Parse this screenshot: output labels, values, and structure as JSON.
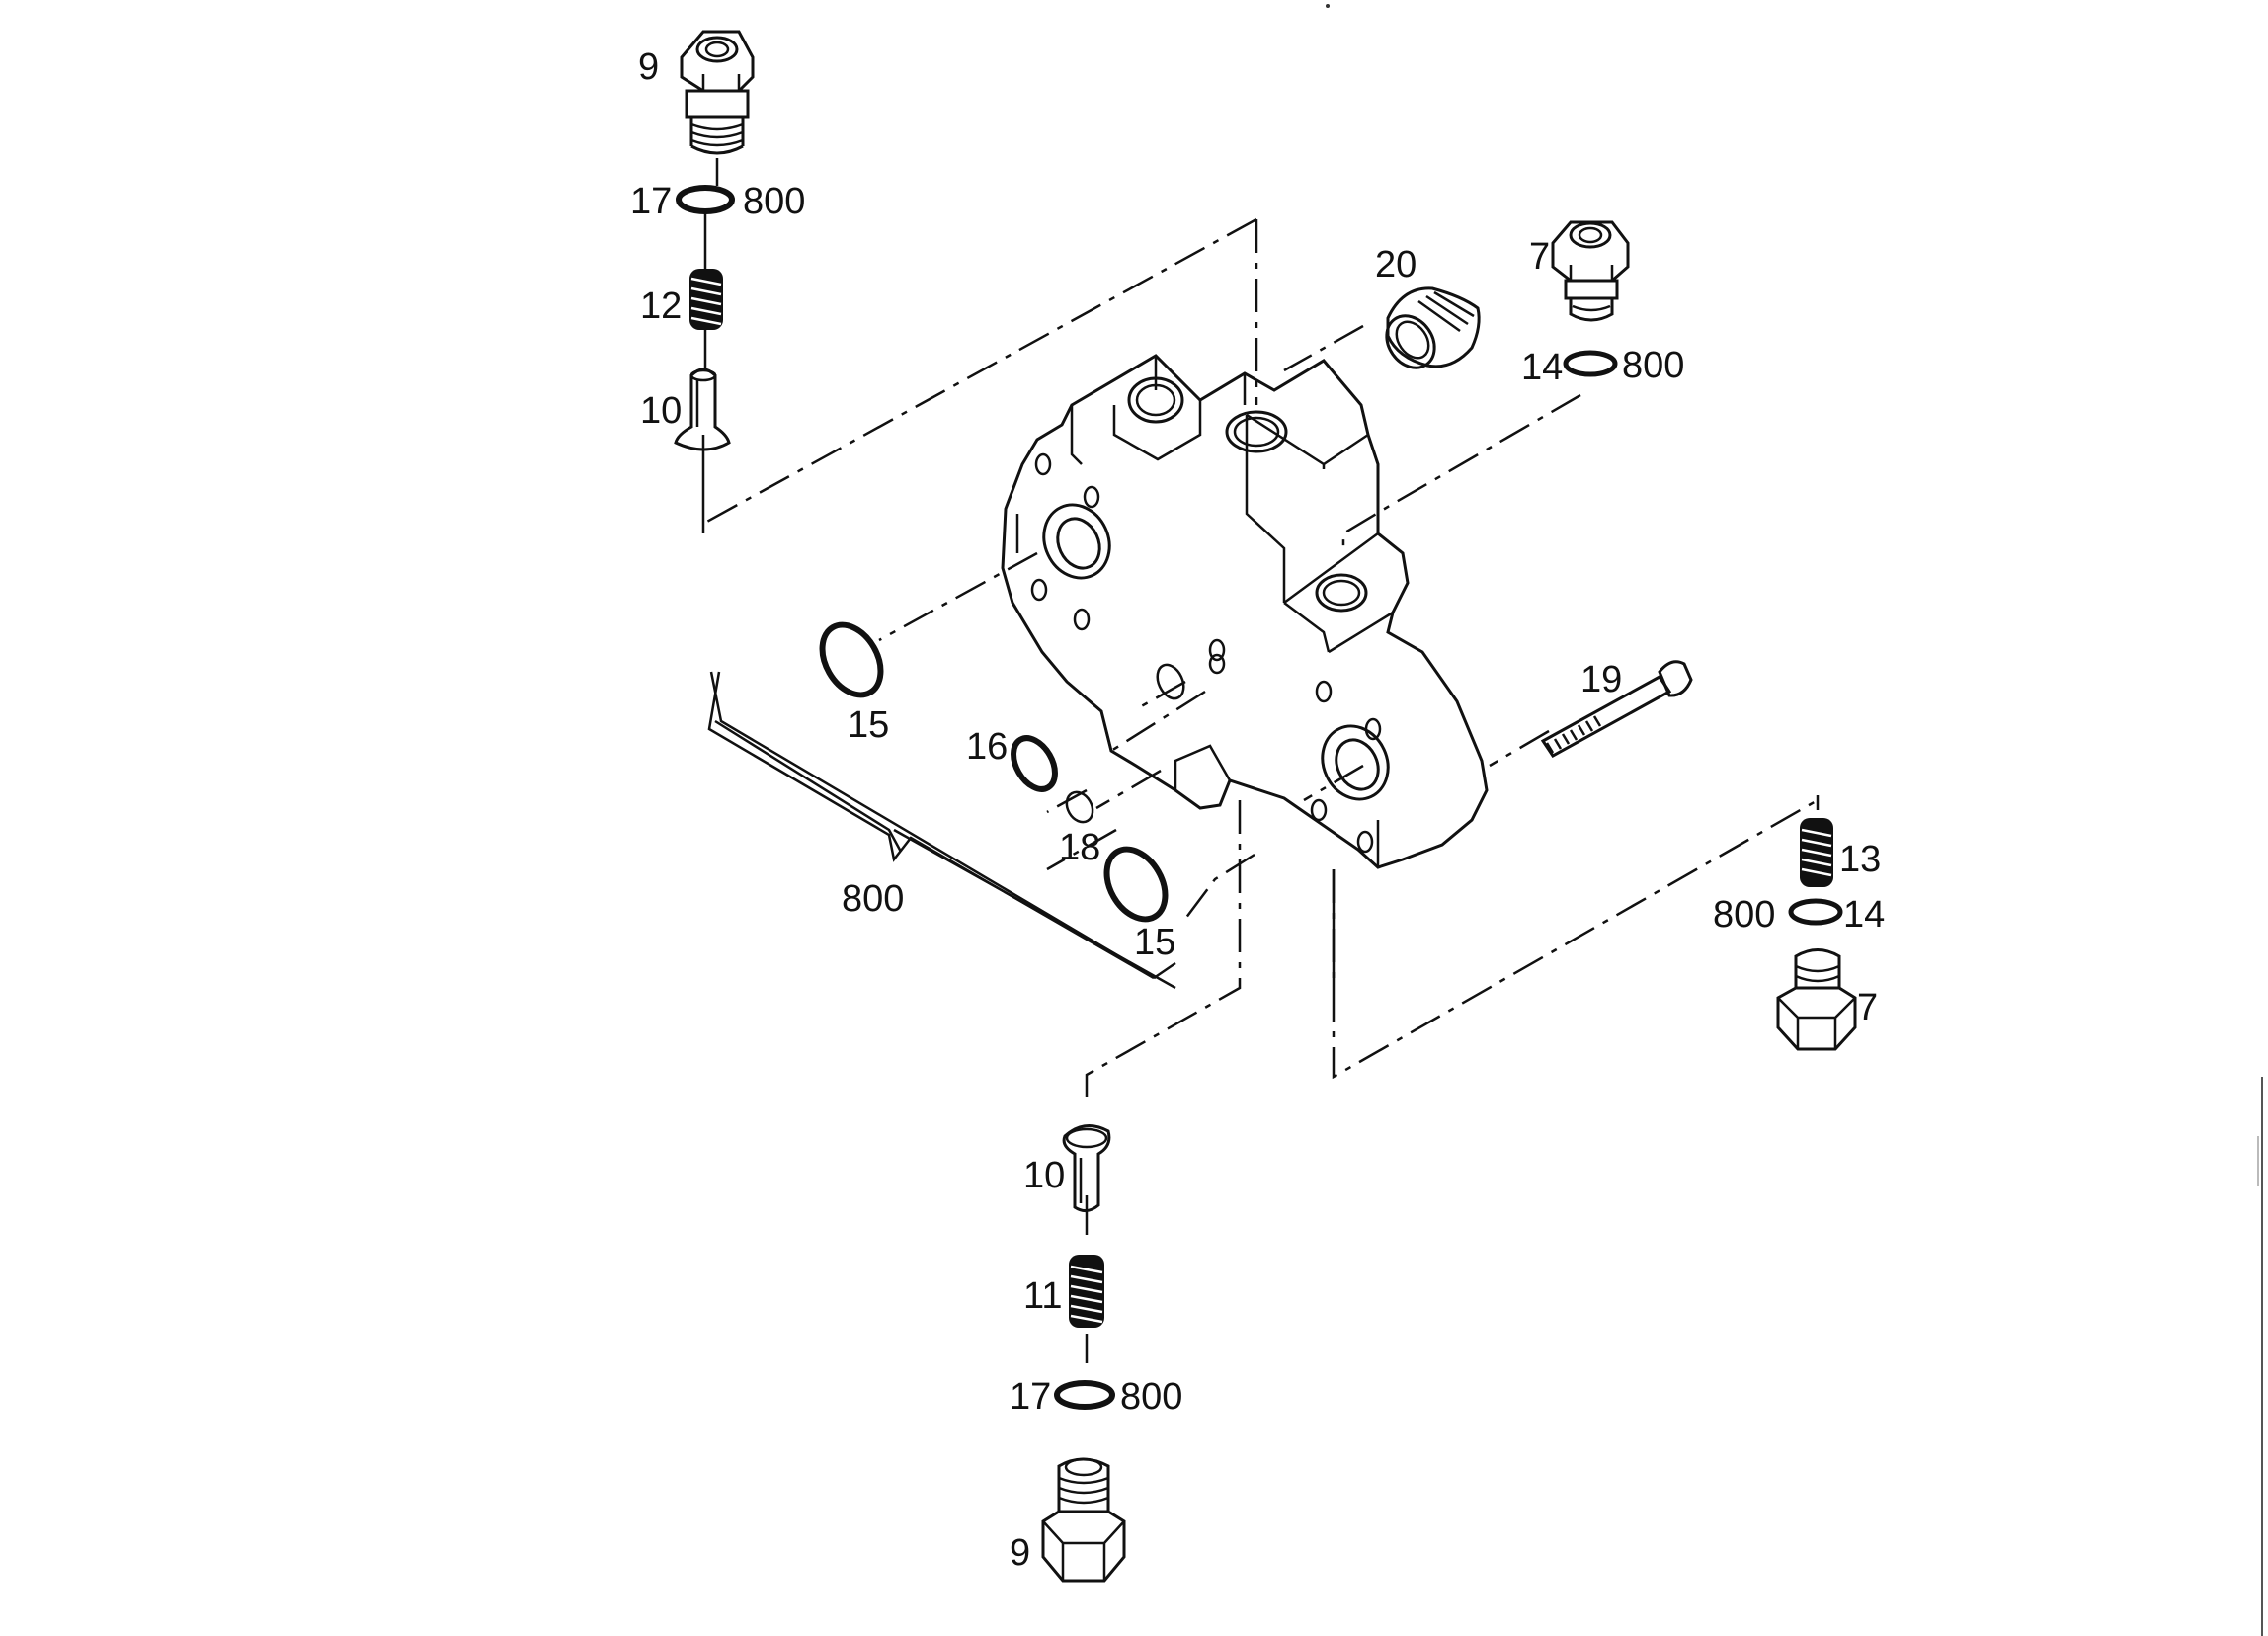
{
  "diagram": {
    "callouts": {
      "c_9_top": "9",
      "c_17_top": "17",
      "c_800_top": "800",
      "c_12": "12",
      "c_10_top": "10",
      "c_20": "20",
      "c_7_top": "7",
      "c_14_top": "14",
      "c_800_right_top": "800",
      "c_15_left": "15",
      "c_16": "16",
      "c_18": "18",
      "c_800_bracket": "800",
      "c_15_bottom": "15",
      "c_19": "19",
      "c_13": "13",
      "c_800_right": "800",
      "c_14_right": "14",
      "c_7_right": "7",
      "c_10_bottom": "10",
      "c_11": "11",
      "c_17_bottom": "17",
      "c_800_bottom": "800",
      "c_9_bottom": "9"
    }
  }
}
